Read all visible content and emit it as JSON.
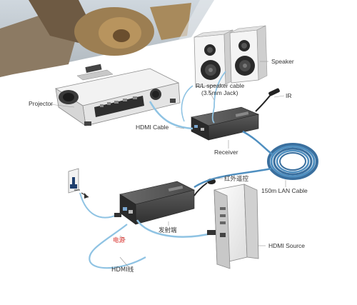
{
  "labels": {
    "projector": "Projector",
    "speaker": "Speaker",
    "rl_cable_line1": "R/L speaker cable",
    "rl_cable_line2": "(3.5mm Jack)",
    "ir": "IR",
    "hdmi_cable": "HDMI Cable",
    "receiver": "Receiver",
    "lan_cable": "150m LAN Cable",
    "ir_remote_cn": "红外遥控",
    "transmitter_cn": "发射端",
    "power_cn": "电源",
    "hdmi_line_cn": "HDMI线",
    "hdmi_source": "HDMI Source"
  },
  "colors": {
    "cable_blue": "#8fc3e3",
    "cable_blue_dark": "#4f8fc0",
    "lan_blue": "#3a6f9e",
    "device_dark": "#3c3c3c",
    "device_light": "#e9e9e9",
    "label_red": "#d9302b",
    "leader_line": "#999999"
  }
}
